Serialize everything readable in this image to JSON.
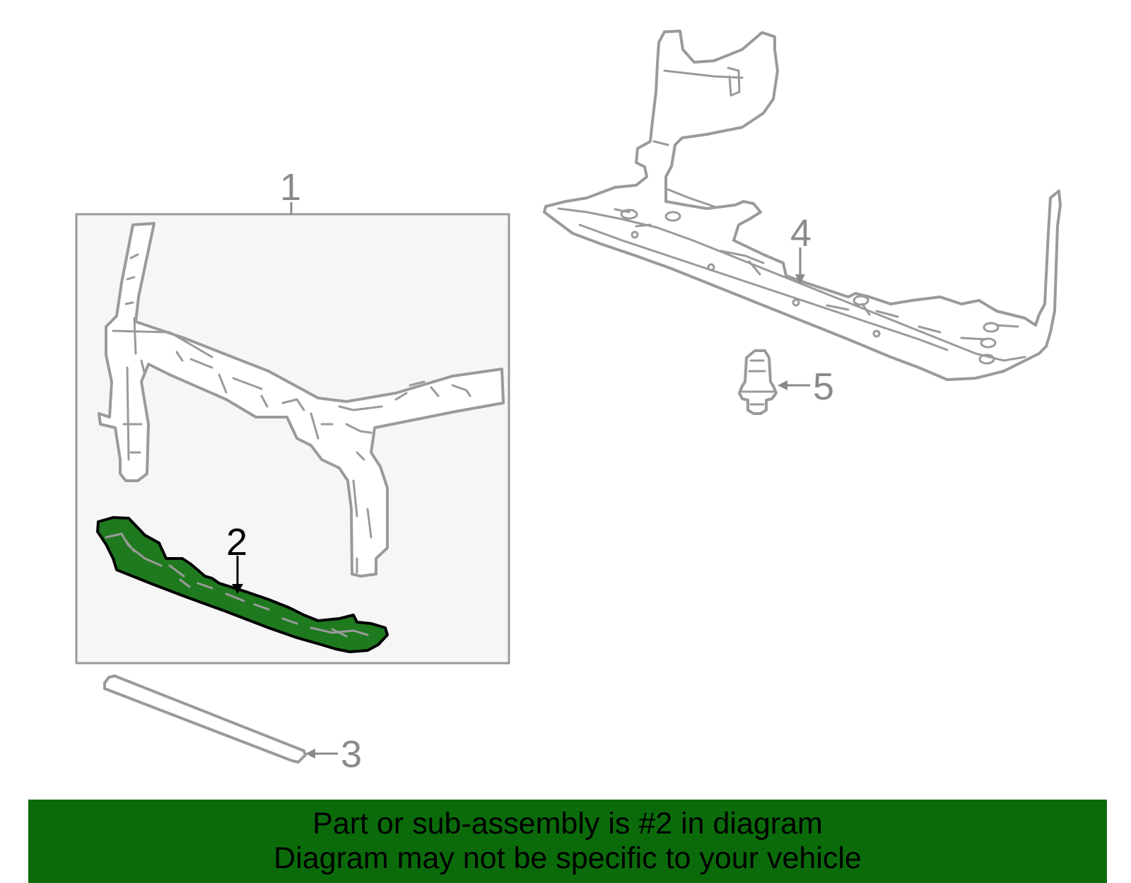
{
  "callouts": {
    "c1": "1",
    "c2": "2",
    "c3": "3",
    "c4": "4",
    "c5": "5"
  },
  "highlight_color": "#1f7a1f",
  "banner_color": "#0b6b0b",
  "banner": {
    "line1": "Part or sub-assembly is #2 in diagram",
    "line2": "Diagram may not be specific to your vehicle"
  }
}
